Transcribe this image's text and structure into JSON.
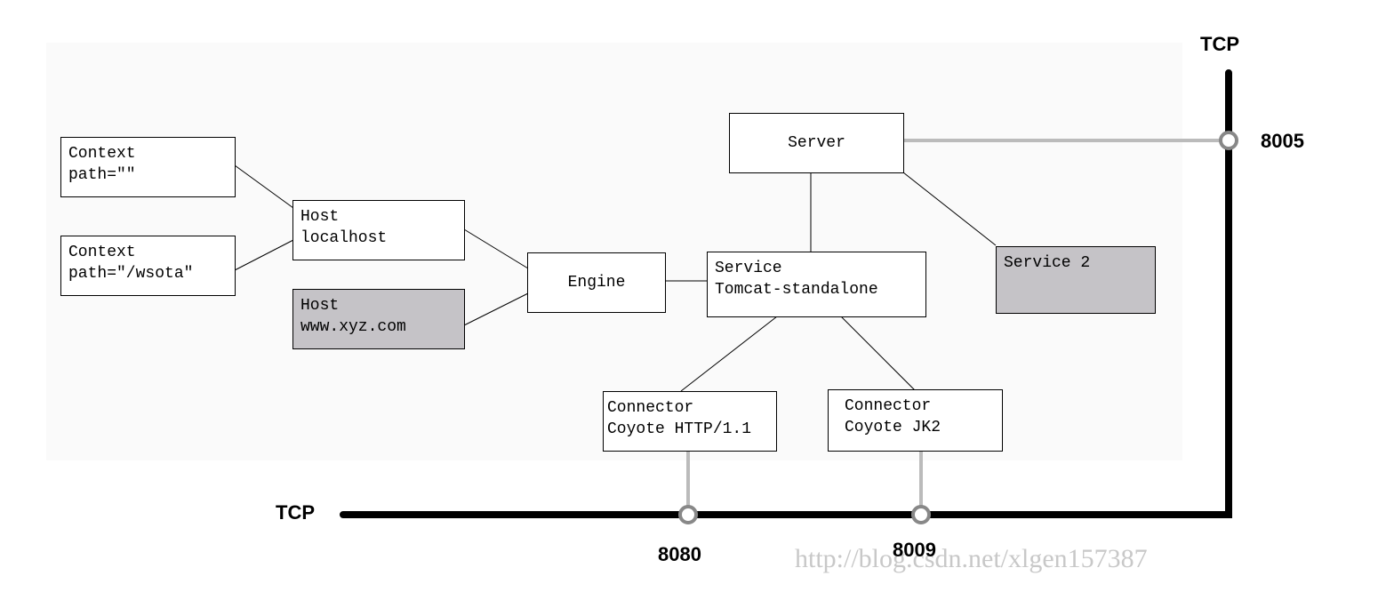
{
  "boxes": {
    "context_root": {
      "line1": "Context",
      "line2": "path=\"\""
    },
    "context_wsota": {
      "line1": "Context",
      "line2": "path=\"/wsota\""
    },
    "host_localhost": {
      "line1": "Host",
      "line2": "localhost"
    },
    "host_xyz": {
      "line1": "Host",
      "line2": "www.xyz.com"
    },
    "engine": {
      "label": "Engine"
    },
    "server": {
      "label": "Server"
    },
    "service": {
      "line1": "Service",
      "line2": "Tomcat-standalone"
    },
    "service2": {
      "label": "Service 2"
    },
    "connector_http": {
      "line1": "Connector",
      "line2": "Coyote HTTP/1.1"
    },
    "connector_jk2": {
      "line1": "Connector",
      "line2": "Coyote JK2"
    }
  },
  "tcp": {
    "top_label": "TCP",
    "bottom_label": "TCP",
    "ports": {
      "server": "8005",
      "http": "8080",
      "jk2": "8009"
    }
  },
  "watermark": "http://blog.csdn.net/xlgen157387",
  "colors": {
    "grey_box": "#c5c3c7",
    "connector_line": "#bbbbbb",
    "bus": "#000000"
  }
}
